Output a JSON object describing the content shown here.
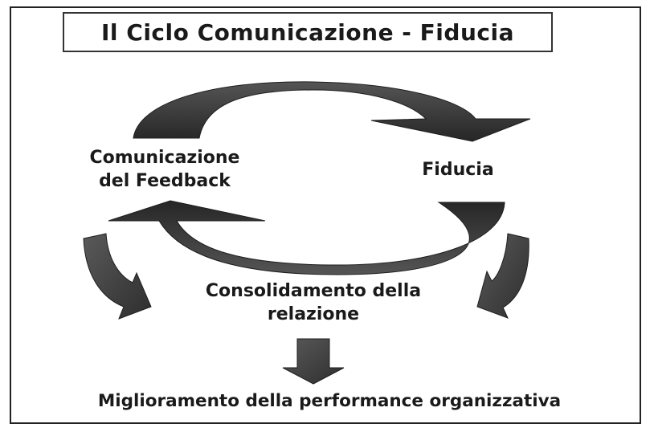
{
  "title": "Il Ciclo Comunicazione - Fiducia",
  "nodes": {
    "feedback_line1": "Comunicazione",
    "feedback_line2": "del Feedback",
    "fiducia": "Fiducia",
    "consolidamento_line1": "Consolidamento della",
    "consolidamento_line2": "relazione",
    "miglioramento": "Miglioramento della performance organizzativa"
  },
  "colors": {
    "arrow_fill": "#3a3a3a",
    "arrow_shadow": "#9a9a9a",
    "text": "#1a1a1a",
    "border": "#222222"
  }
}
